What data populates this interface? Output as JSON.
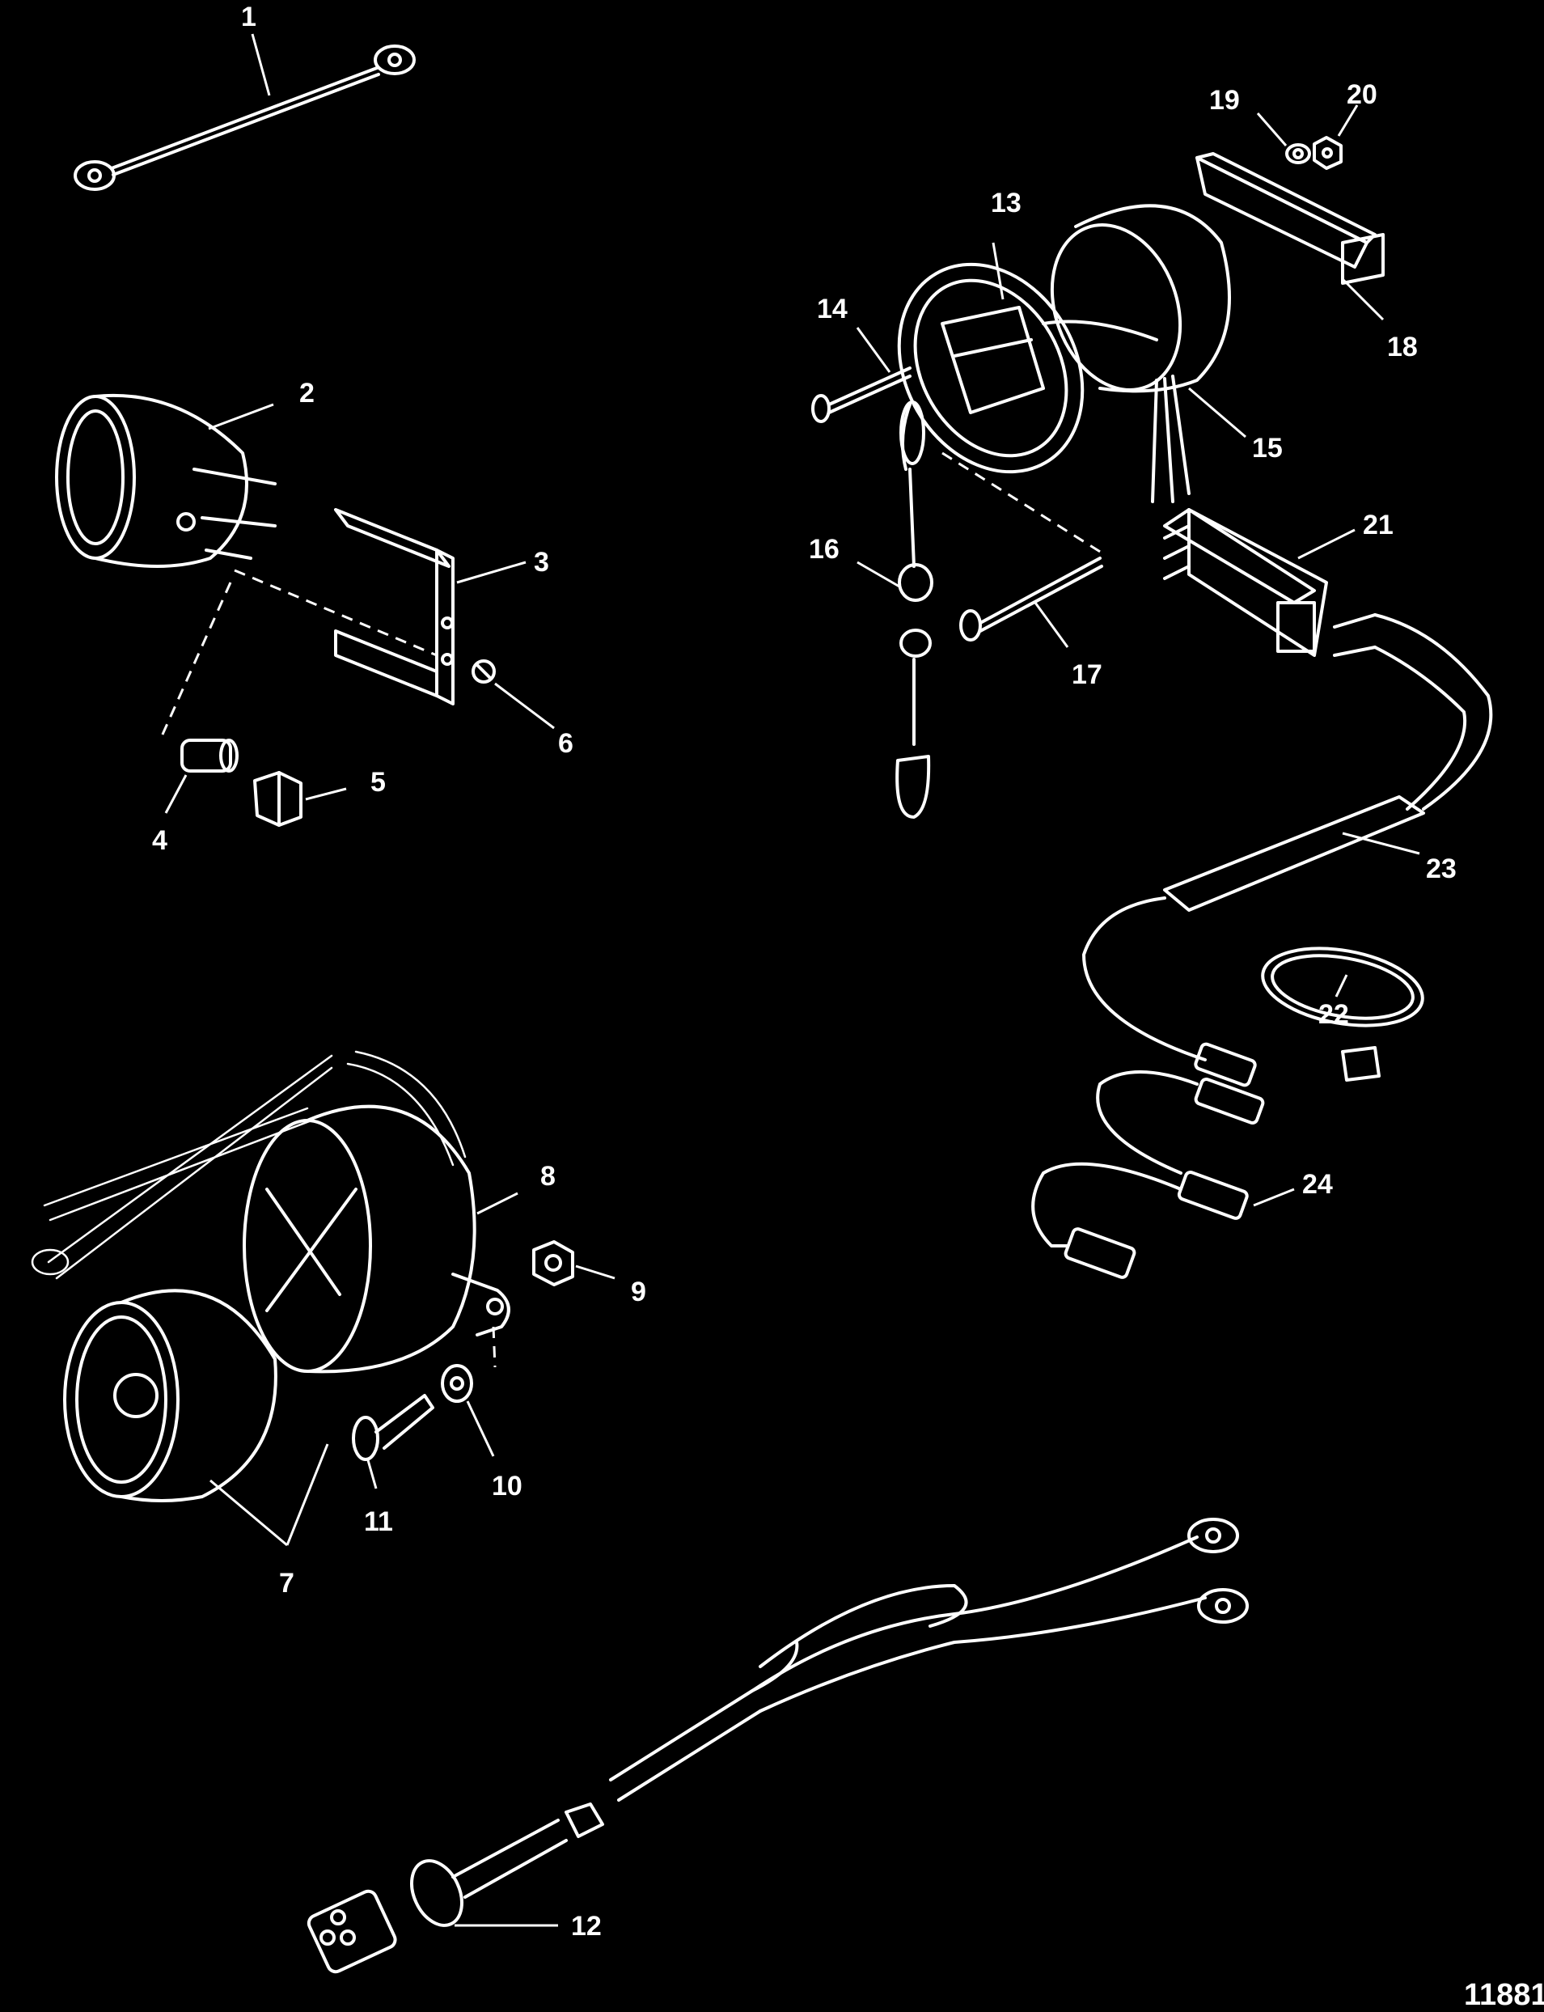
{
  "diagram": {
    "figure_id": "11881",
    "callouts": [
      "1",
      "2",
      "3",
      "4",
      "5",
      "6",
      "7",
      "8",
      "9",
      "10",
      "11",
      "12",
      "13",
      "14",
      "15",
      "16",
      "17",
      "18",
      "19",
      "20",
      "21",
      "22",
      "23",
      "24"
    ]
  }
}
